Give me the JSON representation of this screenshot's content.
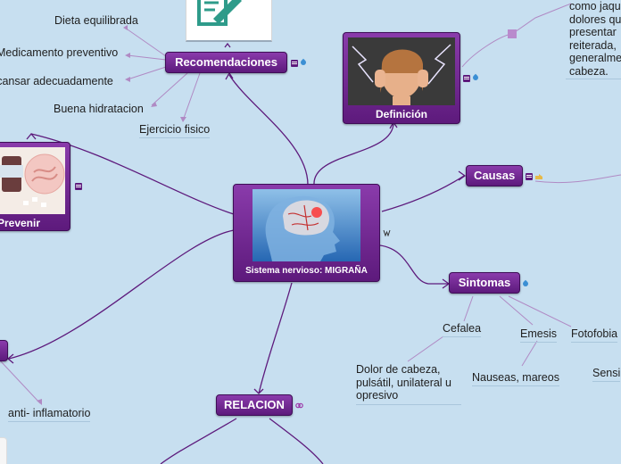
{
  "center": {
    "title": "Sistema nervioso: MIGRAÑA"
  },
  "nodes": {
    "recomendaciones": "Recomendaciones",
    "definicion": "Definición",
    "causas": "Causas",
    "sintomas": "Sintomas",
    "relacion": "RELACION",
    "prevenir": "Prevenir"
  },
  "recomendaciones_items": [
    "Dieta equilibrada",
    "Medicamento preventivo",
    "Descansar adecuadamente",
    "Buena hidratacion",
    "Ejercicio fisico"
  ],
  "sintomas_items": {
    "cefalea": "Cefalea",
    "emesis": "Emesis",
    "fotofobia": "Fotofobia",
    "cefalea_desc": "Dolor de cabeza, pulsátil, unilateral u opresivo",
    "emesis_desc": "Nauseas, mareos",
    "fotofobia_desc": "Sensi"
  },
  "relacion_items": {
    "anti": "anti- inflamatorio"
  },
  "definicion_text": [
    "como jaqu",
    "dolores qu",
    "presentar",
    "reiterada,",
    "generalme",
    "cabeza."
  ],
  "colors": {
    "background": "#c7dff0",
    "node": "#6f2890",
    "line": "#5d1a7c",
    "subline": "#b08ac4"
  },
  "icons": [
    "note-icon",
    "water-drop-icon",
    "pencil-paper-icon",
    "brain-icon",
    "headache-woman-icon",
    "medicine-icon",
    "symbol-icon"
  ]
}
